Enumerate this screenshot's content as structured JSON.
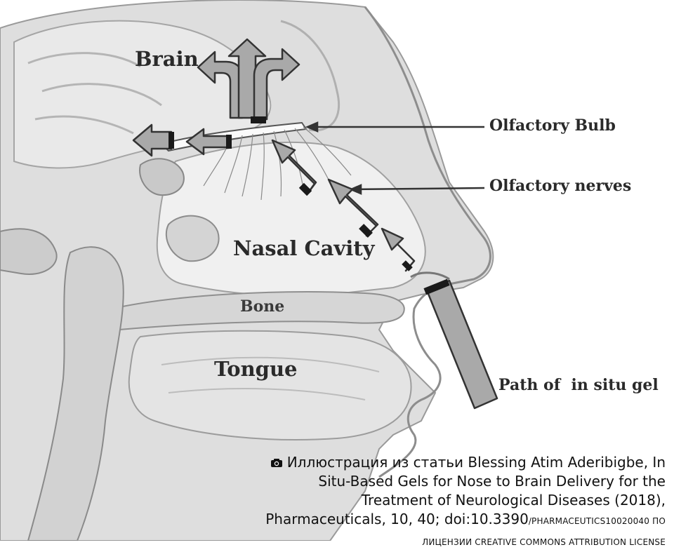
{
  "labels": {
    "brain": "Brain",
    "olfactory_bulb": "Olfactory Bulb",
    "olfactory_nerves": "Olfactory nerves",
    "nasal_cavity": "Nasal Cavity",
    "bone": "Bone",
    "tongue": "Tongue",
    "path_gel": "Path of  in situ gel"
  },
  "caption": {
    "camera_icon": "camera-icon",
    "prefix": "Иллюстрация из статьи",
    "citation": " Blessing Atim Aderibigbe, In Situ-Based Gels for Nose to Brain Delivery for the Treatment of Neurological Diseases (2018), Pharmaceuticals, 10, 40; doi:10.3390",
    "doi_rest": "/PHARMACEUTICS10020040",
    "license": " ПО ЛИЦЕНЗИИ CREATIVE COMMONS ATTRIBUTION LICENSE"
  },
  "colors": {
    "arrow_fill": "#a9a9a9",
    "arrow_stroke": "#333333",
    "arrow_tip": "#1a1a1a",
    "tissue_light": "#e6e6e6",
    "tissue_mid": "#cfcfcf",
    "bone": "#d9d9d9"
  }
}
